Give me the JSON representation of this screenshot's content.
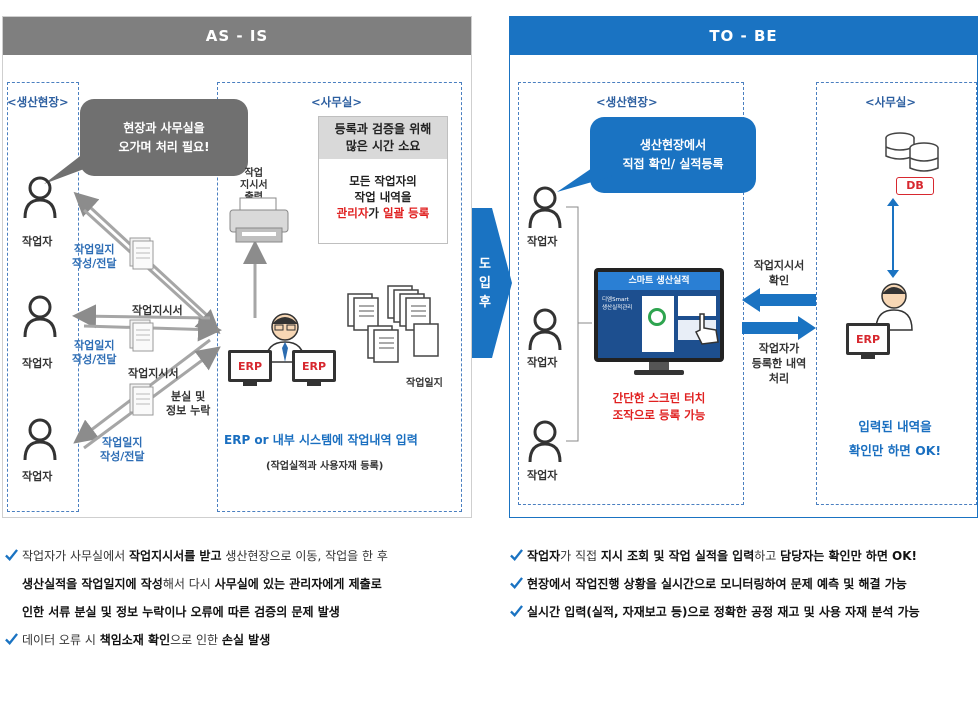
{
  "asis": {
    "title": "AS - IS",
    "site_label": "<생산현장>",
    "office_label": "<사무실>",
    "bubble": [
      "현장과 사무실을",
      "오가며 처리 필요!"
    ],
    "worker_label": "작업자",
    "note_box": {
      "header": [
        "등록과 검증을 위해",
        "많은 시간 소요"
      ],
      "line1": "모든 작업자의",
      "line2": "작업 내역을",
      "line3_red1": "관리자",
      "line3_mid": "가 ",
      "line3_red2": "일괄 등록"
    },
    "printer_label": [
      "작업",
      "지시서",
      "출력"
    ],
    "doc_labels": {
      "write1": [
        "작업일지",
        "작성/전달"
      ],
      "order1": "작업지시서",
      "write2": [
        "작업일지",
        "작성/전달"
      ],
      "order2": "작업지시서",
      "loss": [
        "분실 및",
        "정보 누락"
      ],
      "write3": [
        "작업일지",
        "작성/전달"
      ],
      "journal": "작업일지"
    },
    "erp": "ERP",
    "erp_title": "ERP or 내부 시스템에 작업내역 입력",
    "erp_sub": "(작업실적과 사용자재 등록)"
  },
  "tobe": {
    "title": "TO - BE",
    "site_label": "<생산현장>",
    "office_label": "<사무실>",
    "bubble": [
      "생산현장에서",
      "직접 확인/ 실적등록"
    ],
    "worker_label": "작업자",
    "monitor_title": "스마트 생산실적",
    "monitor_side": [
      "디엠Smart",
      "생산실적관리"
    ],
    "touch_caption": [
      "간단한 스크린 터치",
      "조작으로 등록 가능"
    ],
    "arrow_top": [
      "작업지시서",
      "확인"
    ],
    "arrow_bottom": [
      "작업자가",
      "등록한 내역",
      "처리"
    ],
    "db": "DB",
    "erp": "ERP",
    "ok_caption": [
      "입력된 내역을",
      "확인만 하면 OK!"
    ]
  },
  "intro": {
    "label": [
      "도",
      "입",
      "후"
    ]
  },
  "bullets_left": [
    {
      "check": true,
      "html": "작업자가 사무실에서 <b>작업지시서를 받고</b> 생산현장으로 이동,  작업을 한 후"
    },
    {
      "check": false,
      "html": "<b>생산실적을 작업일지에 작성</b>해서 다시 <b>사무실에 있는 관리자에게  제출로</b>"
    },
    {
      "check": false,
      "html": "<b>인한 서류 분실 및 정보 누락이나 오류에 따른 검증의 문제 발생</b>"
    },
    {
      "check": true,
      "html": "데이터 오류 시 <b>책임소재 확인</b>으로 인한  <b>손실 발생</b>"
    }
  ],
  "bullets_right": [
    {
      "check": true,
      "html": "<b>작업자</b>가 직접 <b>지시 조회 및 작업 실적을  입력</b>하고 <b>담당자는 확인만 하면 OK!</b>"
    },
    {
      "check": true,
      "html": "<b>현장에서 작업진행 상황을 실시간으로 모니터링하여 문제 예측 및 해결  가능</b>"
    },
    {
      "check": true,
      "html": "<b>실시간 입력(실적, 자재보고 등)으로 정확한 공정 재고 및 사용 자재 분석 가능</b>"
    }
  ],
  "colors": {
    "asis_header": "#7f7f7f",
    "tobe_header": "#1a73c2",
    "bubble_gray": "#707070",
    "bubble_blue": "#1a73c2",
    "erp_red": "#d7282f"
  }
}
